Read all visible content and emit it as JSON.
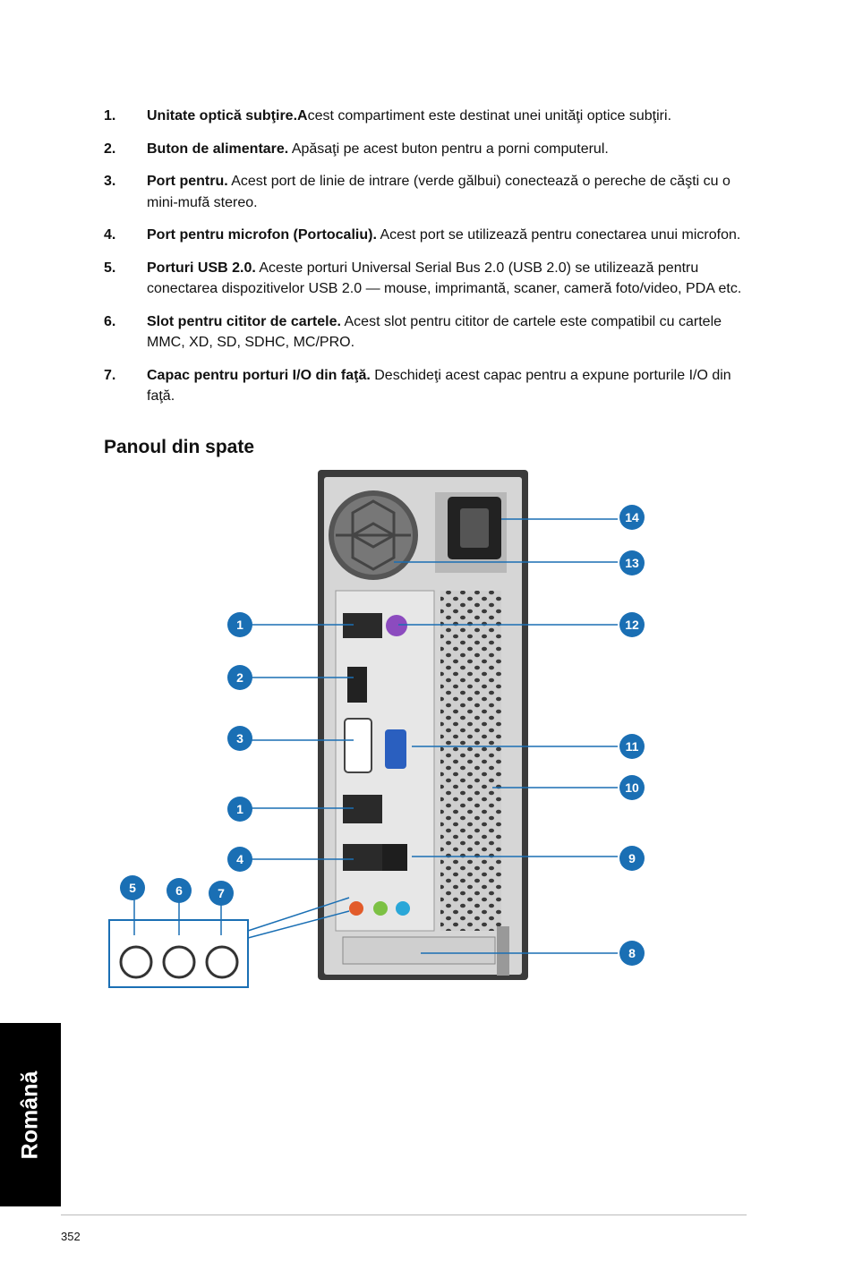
{
  "items": [
    {
      "num": "1.",
      "term": "Unitate optică subţire.A",
      "desc": "cest compartiment este destinat unei unităţi optice subţiri."
    },
    {
      "num": "2.",
      "term": "Buton de alimentare.",
      "desc": " Apăsaţi pe acest buton pentru a porni computerul."
    },
    {
      "num": "3.",
      "term": "Port pentru.",
      "desc": " Acest port de linie de intrare (verde gălbui) conectează o pereche de căşti cu o mini-mufă stereo."
    },
    {
      "num": "4.",
      "term": "Port pentru microfon (Portocaliu).",
      "desc": " Acest port se utilizează pentru conectarea unui microfon."
    },
    {
      "num": "5.",
      "term": "Porturi USB 2.0.",
      "desc": " Aceste porturi Universal Serial Bus 2.0 (USB 2.0) se utilizează pentru conectarea dispozitivelor USB 2.0 — mouse, imprimantă, scaner, cameră foto/video, PDA etc."
    },
    {
      "num": "6.",
      "term": "Slot pentru cititor de cartele.",
      "desc": "  Acest slot pentru cititor de cartele este compatibil cu cartele MMC, XD, SD, SDHC, MC/PRO."
    },
    {
      "num": "7.",
      "term": "Capac pentru porturi I/O din faţă.",
      "desc": " Deschideţi acest capac pentru a expune porturile I/O din faţă."
    }
  ],
  "section_title": "Panoul din spate",
  "callouts": {
    "c14": "14",
    "c13": "13",
    "c12": "12",
    "c11": "11",
    "c10": "10",
    "c9": "9",
    "c8": "8",
    "c1a": "1",
    "c2": "2",
    "c3": "3",
    "c1b": "1",
    "c4": "4",
    "c5": "5",
    "c6": "6",
    "c7": "7"
  },
  "side_tab": "Română",
  "page_number": "352",
  "colors": {
    "callout": "#1a6fb4",
    "tab": "#000000",
    "usb": "#2a2a2a",
    "audio_mic": "#e25b2a",
    "audio_line_out": "#7cc144",
    "audio_line_in": "#2aa7d8",
    "vga": "#2a5fbf",
    "ps2": "#8c4bbf"
  }
}
